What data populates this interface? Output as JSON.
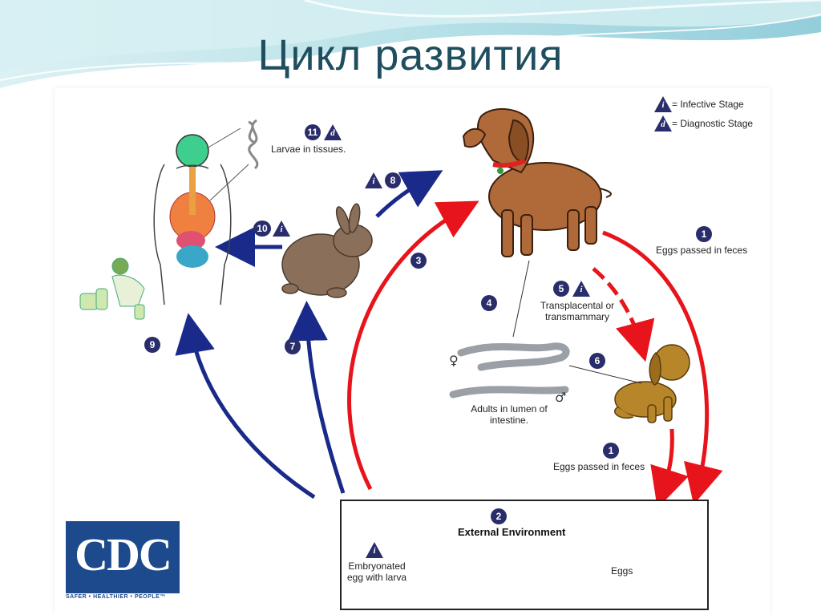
{
  "slide": {
    "title": "Цикл развития"
  },
  "legend": {
    "infective_symbol": "i",
    "infective_label": "= Infective Stage",
    "diagnostic_symbol": "d",
    "diagnostic_label": "= Diagnostic Stage"
  },
  "steps": {
    "s1a": {
      "num": "1",
      "label": "Eggs passed in feces"
    },
    "s1b": {
      "num": "1",
      "label": "Eggs passed in feces"
    },
    "s2": {
      "num": "2",
      "label": "External Environment"
    },
    "s3": {
      "num": "3"
    },
    "s4": {
      "num": "4",
      "label": "Adults in lumen of intestine."
    },
    "s5": {
      "num": "5",
      "label": "Transplacental or transmammary"
    },
    "s6": {
      "num": "6"
    },
    "s7": {
      "num": "7"
    },
    "s8": {
      "num": "8"
    },
    "s9": {
      "num": "9"
    },
    "s10": {
      "num": "10"
    },
    "s11": {
      "num": "11",
      "label": "Larvae in tissues."
    }
  },
  "eggs": {
    "eggs_label": "Eggs",
    "embryonated_label": "Embryonated egg with larva"
  },
  "symbols": {
    "female": "♀",
    "male": "♂"
  },
  "logo": {
    "text": "CDC",
    "tagline": "SAFER • HEALTHIER • PEOPLE™"
  },
  "colors": {
    "title": "#1f4e5f",
    "badge": "#2a2d6b",
    "red_arrow": "#e8141b",
    "blue_arrow": "#1a2a8a",
    "dog": "#b06a3a",
    "puppy": "#b8862a",
    "rabbit": "#8a6f5a",
    "cdc": "#1c4a8c"
  }
}
